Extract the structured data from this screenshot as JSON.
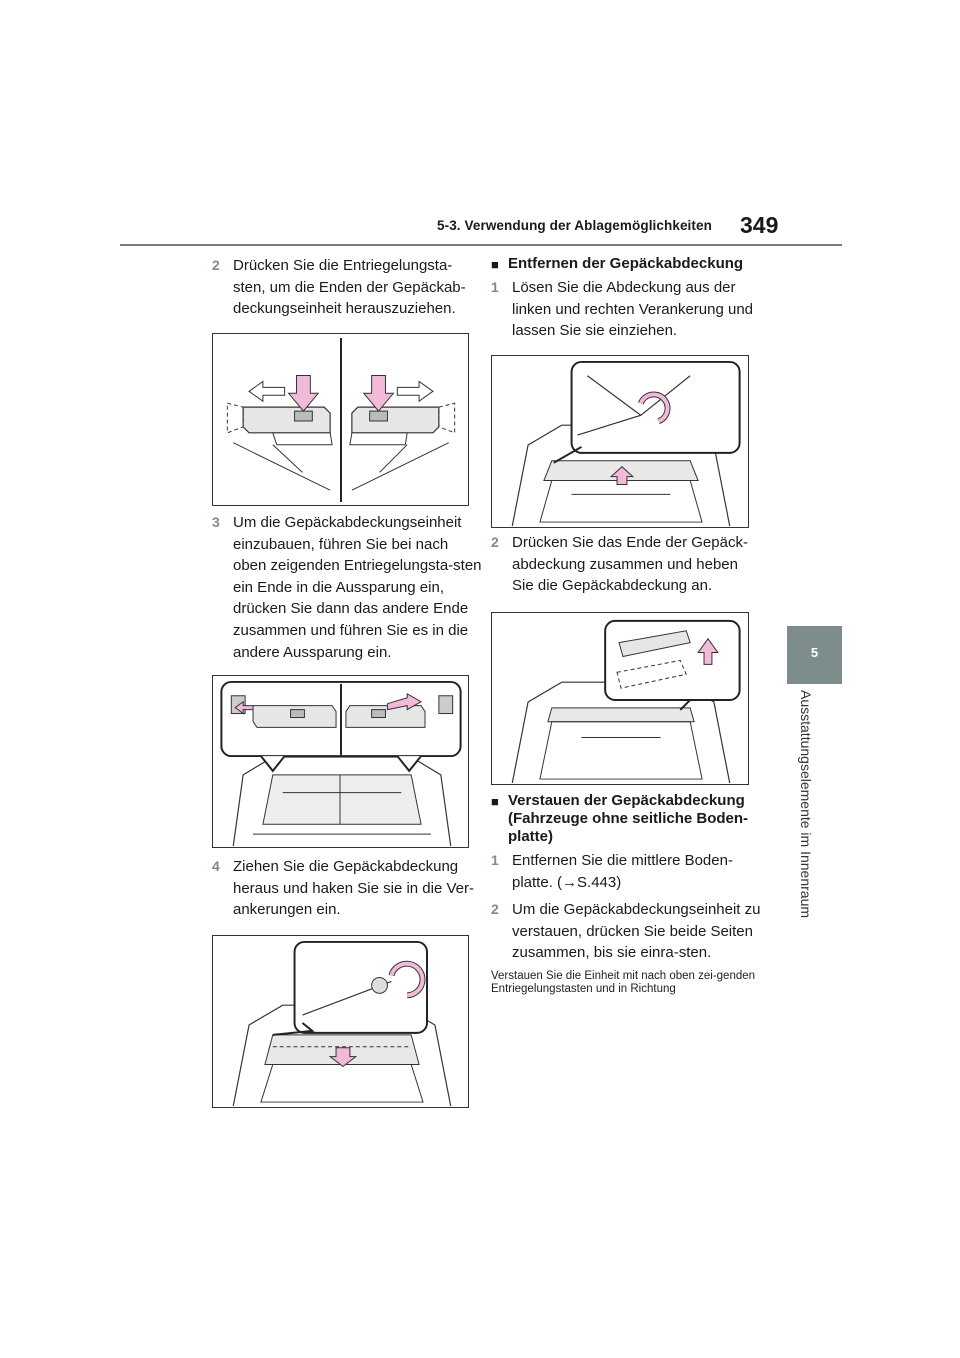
{
  "header": {
    "section_title": "5-3. Verwendung der Ablagemöglichkeiten",
    "page_number": "349"
  },
  "side_tab": {
    "chapter_number": "5",
    "chapter_title": "Ausstattungselemente im Innenraum"
  },
  "left_column": {
    "step2": {
      "number": "2",
      "text": "Drücken Sie die Entriegelungsta-sten, um die Enden der Gepäckab-deckungseinheit herauszuziehen."
    },
    "step3": {
      "number": "3",
      "text": "Um die Gepäckabdeckungseinheit einzubauen, führen Sie bei nach oben zeigenden Entriegelungsta-sten ein Ende in die Aussparung ein, drücken Sie dann das andere Ende zusammen und führen Sie es in die andere Aussparung ein."
    },
    "step4": {
      "number": "4",
      "text": "Ziehen Sie die Gepäckabdeckung heraus und haken Sie sie in die Ver-ankerungen ein."
    }
  },
  "right_column": {
    "heading_remove": "Entfernen der Gepäckabdeckung",
    "step1": {
      "number": "1",
      "text": "Lösen Sie die Abdeckung aus der linken und rechten Verankerung und lassen Sie sie einziehen."
    },
    "step2": {
      "number": "2",
      "text": "Drücken Sie das Ende der Gepäck-abdeckung zusammen und heben Sie die Gepäckabdeckung an."
    },
    "heading_store": "Verstauen der Gepäckabdeckung (Fahrzeuge ohne seitliche Boden-platte)",
    "store_step1": {
      "number": "1",
      "text": "Entfernen Sie die mittlere Boden-platte. (→S.443)"
    },
    "store_step2": {
      "number": "2",
      "text": "Um die Gepäckabdeckungseinheit zu verstauen, drücken Sie beide Seiten zusammen, bis sie einra-sten."
    },
    "note": "Verstauen Sie die Einheit mit nach oben zei-genden Entriegelungstasten und in Richtung"
  },
  "colors": {
    "accent_gray": "#7c8d8c",
    "arrow_pink": "#f3b9d8",
    "rule_gray": "#7a7a7a"
  }
}
